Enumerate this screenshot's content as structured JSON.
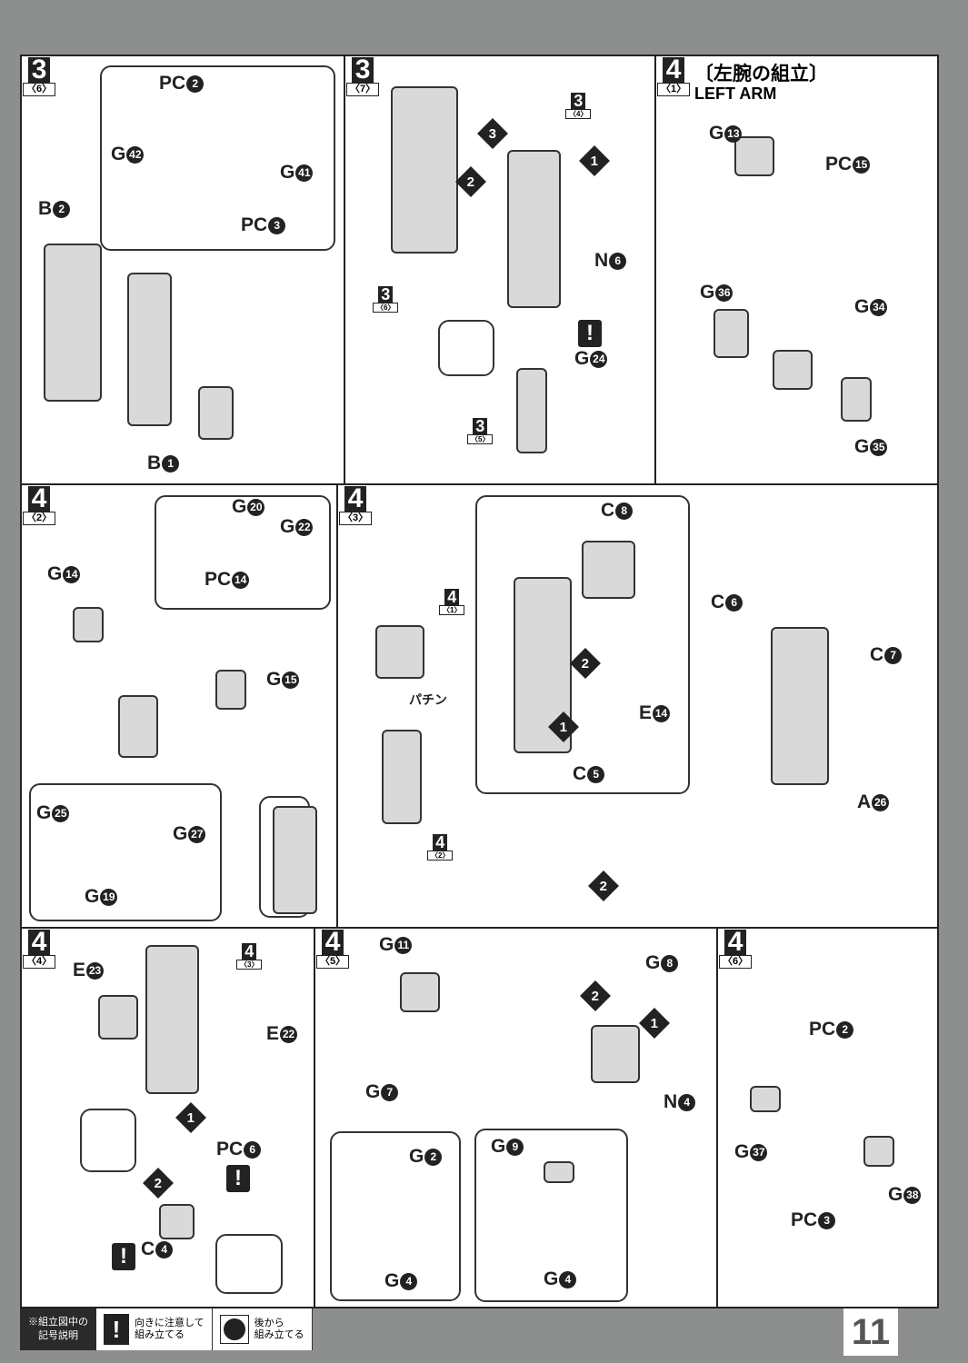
{
  "panels": [
    {
      "step": "3",
      "sub": "〈6〉",
      "labels": [
        [
          "PC",
          "2"
        ],
        [
          "G",
          "42"
        ],
        [
          "G",
          "41"
        ],
        [
          "PC",
          "3"
        ],
        [
          "B",
          "2"
        ],
        [
          "B",
          "1"
        ]
      ]
    },
    {
      "step": "3",
      "sub": "〈7〉",
      "refs": [
        [
          "3",
          "〈4〉"
        ],
        [
          "3",
          "〈6〉"
        ],
        [
          "3",
          "〈5〉"
        ]
      ],
      "labels": [
        [
          "N",
          "6"
        ],
        [
          "G",
          "24"
        ]
      ],
      "nums": [
        "3",
        "2",
        "1"
      ]
    },
    {
      "step": "4",
      "sub": "〈1〉",
      "title": "〔左腕の組立〕",
      "subtitle": "LEFT ARM",
      "labels": [
        [
          "G",
          "13"
        ],
        [
          "PC",
          "15"
        ],
        [
          "G",
          "36"
        ],
        [
          "G",
          "34"
        ],
        [
          "G",
          "35"
        ]
      ]
    },
    {
      "step": "4",
      "sub": "〈2〉",
      "labels": [
        [
          "G",
          "20"
        ],
        [
          "G",
          "22"
        ],
        [
          "PC",
          "14"
        ],
        [
          "G",
          "14"
        ],
        [
          "G",
          "15"
        ],
        [
          "G",
          "25"
        ],
        [
          "G",
          "27"
        ],
        [
          "G",
          "19"
        ]
      ]
    },
    {
      "step": "4",
      "sub": "〈3〉",
      "refs": [
        [
          "4",
          "〈1〉"
        ],
        [
          "4",
          "〈2〉"
        ]
      ],
      "sound": "パチン",
      "labels": [
        [
          "C",
          "8"
        ],
        [
          "E",
          "14"
        ],
        [
          "C",
          "5"
        ],
        [
          "C",
          "6"
        ],
        [
          "C",
          "7"
        ],
        [
          "A",
          "26"
        ]
      ],
      "nums": [
        "2",
        "1",
        "2"
      ]
    },
    {
      "step": "4",
      "sub": "〈4〉",
      "refs": [
        [
          "4",
          "〈3〉"
        ]
      ],
      "labels": [
        [
          "E",
          "23"
        ],
        [
          "E",
          "22"
        ],
        [
          "PC",
          "6"
        ],
        [
          "C",
          "4"
        ]
      ],
      "nums": [
        "1",
        "2"
      ]
    },
    {
      "step": "4",
      "sub": "〈5〉",
      "labels": [
        [
          "G",
          "11"
        ],
        [
          "G",
          "8"
        ],
        [
          "G",
          "7"
        ],
        [
          "N",
          "4"
        ],
        [
          "G",
          "2"
        ],
        [
          "G",
          "9"
        ],
        [
          "G",
          "4"
        ],
        [
          "G",
          "4"
        ]
      ],
      "nums": [
        "2",
        "1"
      ]
    },
    {
      "step": "4",
      "sub": "〈6〉",
      "labels": [
        [
          "PC",
          "2"
        ],
        [
          "G",
          "37"
        ],
        [
          "G",
          "38"
        ],
        [
          "PC",
          "3"
        ]
      ]
    }
  ],
  "warn": "!",
  "legend": {
    "head": "※組立図中の\n記号説明",
    "items": [
      "向きに注意して\n組み立てる",
      "後から\n組み立てる"
    ]
  },
  "page_number": "11"
}
